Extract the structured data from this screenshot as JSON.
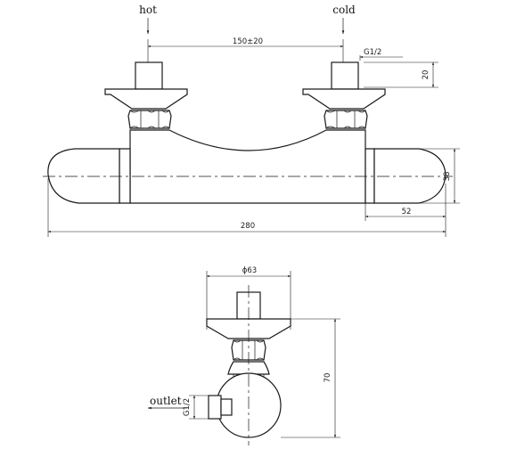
{
  "labels": {
    "hot": "hot",
    "cold": "cold",
    "outlet": "outlet"
  },
  "dimensions": {
    "centers": "150±20",
    "thread_top": "G1/2",
    "inlet_height": "20",
    "body_height": "38",
    "cap_length": "52",
    "overall_length": "280",
    "side_width": "ϕ63",
    "side_height": "70",
    "outlet_thread": "G1/2"
  }
}
